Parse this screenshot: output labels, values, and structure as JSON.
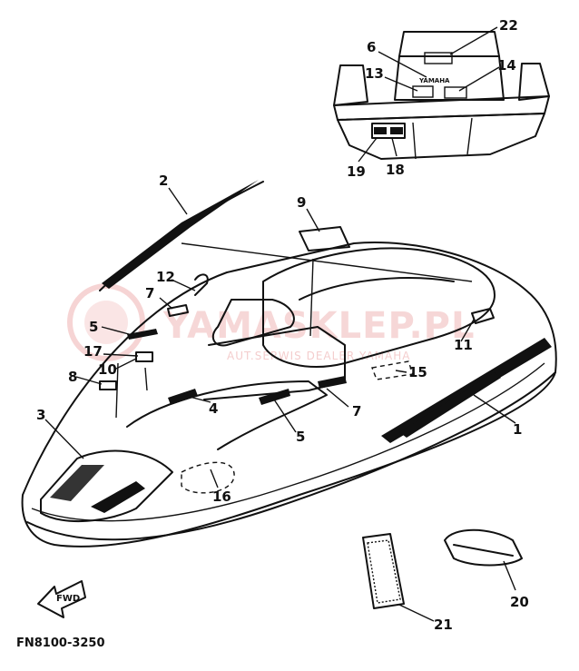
{
  "diagram": {
    "reference_code": "FN8100-3250",
    "fwd_label": "FWD",
    "brand_label": "YAMAHA",
    "watermark": {
      "text": "YAMASKLEP.PL",
      "subtext": "AUT.SERWIS  DEALER YAMAHA"
    },
    "callouts": [
      "1",
      "2",
      "3",
      "4",
      "5",
      "5",
      "6",
      "7",
      "7",
      "8",
      "9",
      "10",
      "11",
      "12",
      "13",
      "14",
      "15",
      "16",
      "17",
      "18",
      "19",
      "21",
      "22",
      "20"
    ]
  }
}
